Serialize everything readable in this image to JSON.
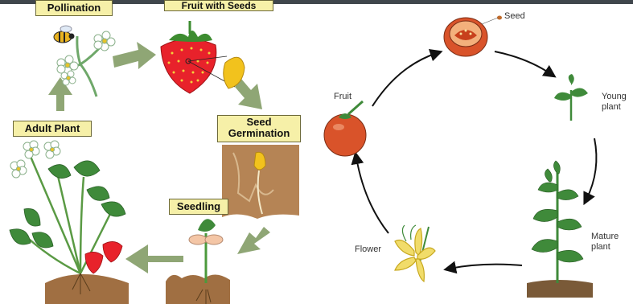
{
  "left_cycle": {
    "stages": {
      "pollination": "Pollination",
      "fruit_seeds": "Fruit with Seeds",
      "seed_germination_line1": "Seed",
      "seed_germination_line2": "Germination",
      "seedling": "Seedling",
      "adult_plant": "Adult Plant"
    }
  },
  "right_cycle": {
    "stages": {
      "seed": "Seed",
      "young_plant_line1": "Young",
      "young_plant_line2": "plant",
      "mature_plant_line1": "Mature",
      "mature_plant_line2": "plant",
      "flower": "Flower",
      "fruit": "Fruit"
    }
  },
  "colors": {
    "label_fill": "#f6f0a8",
    "arrow_green": "#8fa675",
    "strawberry_red": "#e8222b",
    "tomato_red": "#d9532a",
    "leaf_green": "#3f8a3a",
    "soil_brown": "#a06f42"
  }
}
